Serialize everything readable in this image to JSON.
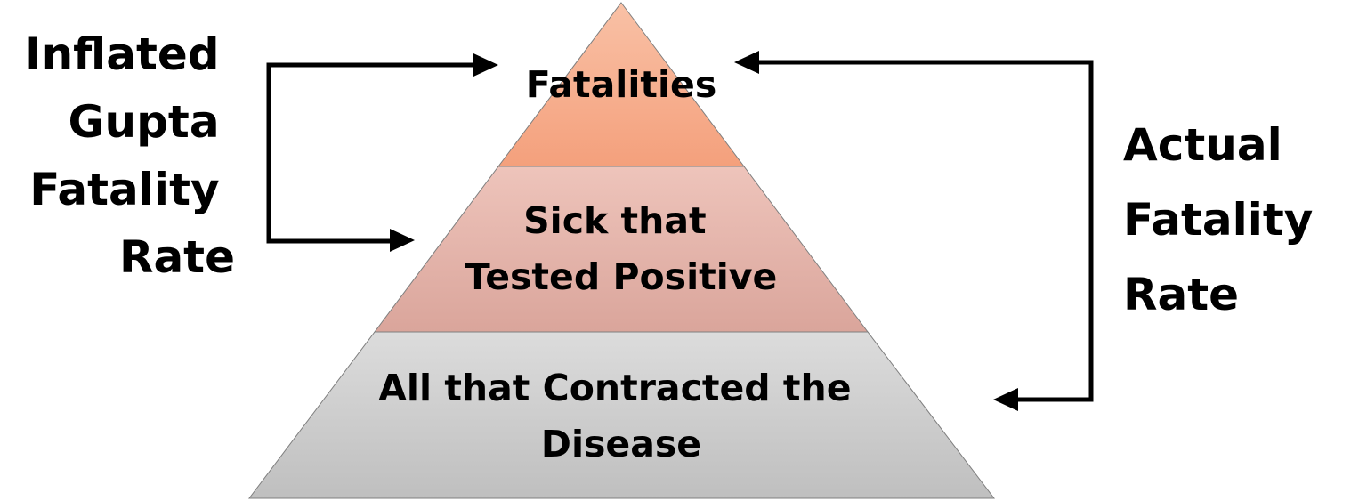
{
  "left_label": {
    "lines": [
      "Inflated",
      "Gupta",
      "Fatality",
      "Rate"
    ]
  },
  "right_label": {
    "lines": [
      "Actual",
      "Fatality",
      "Rate"
    ]
  },
  "pyramid": {
    "tiers": [
      {
        "lines": [
          "Fatalities"
        ],
        "color_top": "#f9c1a6",
        "color_bottom": "#f4a07c"
      },
      {
        "lines": [
          "Sick that",
          "Tested Positive"
        ],
        "color_top": "#eec4bb",
        "color_bottom": "#daa59b"
      },
      {
        "lines": [
          "All that Contracted the",
          "Disease"
        ],
        "color_top": "#dcdcdc",
        "color_bottom": "#bfbfbf"
      }
    ]
  }
}
